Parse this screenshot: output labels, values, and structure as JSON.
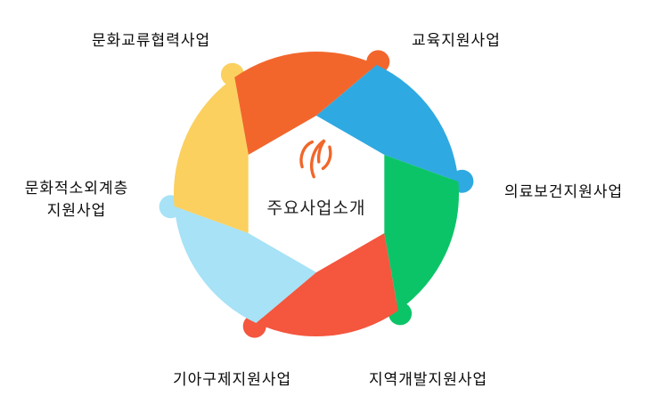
{
  "page": {
    "background": "#ffffff"
  },
  "center": {
    "title": "주요사업소개",
    "logo": "sprout-swoosh-logo",
    "logo_color": "#F1662A",
    "title_color": "#222222"
  },
  "chart_data": {
    "type": "wheel",
    "title": "주요사업소개",
    "description": "6-segment circular aperture/pinwheel diagram with white hexagon center, outer boundary bumps at each segment edge",
    "segments": [
      {
        "id": "education-support",
        "label": "교육지원사업",
        "color": "#F2662C",
        "position": "top"
      },
      {
        "id": "medical-health-support",
        "label": "의료보건지원사업",
        "color": "#2FA9E1",
        "position": "right"
      },
      {
        "id": "regional-development",
        "label": "지역개발지원사업",
        "color": "#0CC468",
        "position": "bottom-right"
      },
      {
        "id": "hunger-relief",
        "label": "기아구제지원사업",
        "color": "#F4563E",
        "position": "bottom-left"
      },
      {
        "id": "culturally-marginalized",
        "label": "문화적소외계층 지원사업",
        "label_line1": "문화적소외계층",
        "label_line2": "지원사업",
        "color": "#A7E2F6",
        "position": "left"
      },
      {
        "id": "culture-exchange",
        "label": "문화교류협력사업",
        "color": "#FBD05F",
        "position": "top-left"
      }
    ],
    "hexagon_fill": "#ffffff"
  }
}
